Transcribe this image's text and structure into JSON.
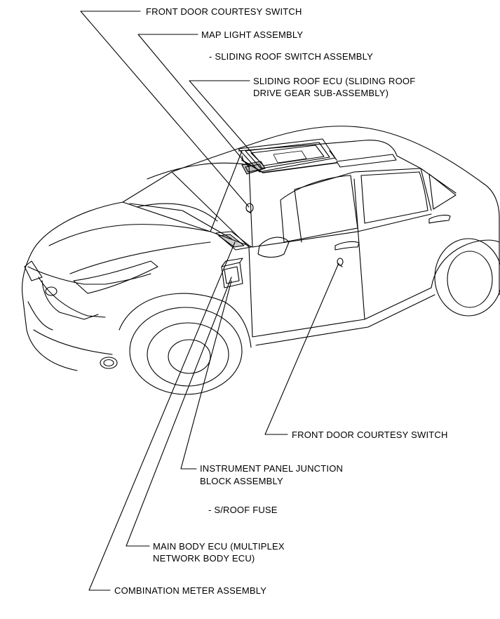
{
  "labels": {
    "front_door_courtesy_switch_top": "FRONT DOOR COURTESY SWITCH",
    "map_light_assembly": "MAP LIGHT ASSEMBLY",
    "sliding_roof_switch_assembly": "- SLIDING ROOF SWITCH ASSEMBLY",
    "sliding_roof_ecu_line1": "SLIDING ROOF ECU (SLIDING ROOF",
    "sliding_roof_ecu_line2": "DRIVE GEAR SUB-ASSEMBLY)",
    "front_door_courtesy_switch_right": "FRONT DOOR COURTESY SWITCH",
    "instrument_panel_jb_line1": "INSTRUMENT PANEL JUNCTION",
    "instrument_panel_jb_line2": "BLOCK ASSEMBLY",
    "sroof_fuse": "- S/ROOF FUSE",
    "main_body_ecu_line1": "MAIN BODY ECU (MULTIPLEX",
    "main_body_ecu_line2": "NETWORK BODY ECU)",
    "combination_meter_assembly": "COMBINATION METER ASSEMBLY"
  },
  "colors": {
    "ink": "#000000",
    "background": "#ffffff"
  }
}
